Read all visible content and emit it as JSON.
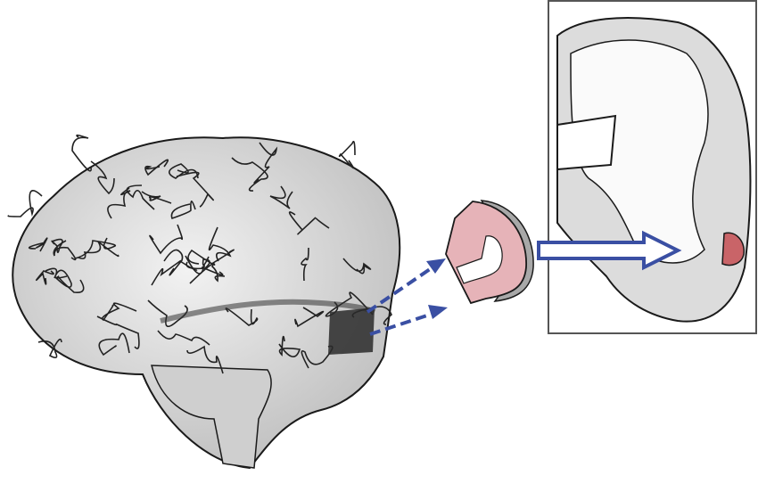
{
  "figure": {
    "colors": {
      "arrow": "#3a4fa3",
      "tissue_highlight": "#e6b3b8",
      "tissue_highlight_dark": "#c96468",
      "brain_fill": "#e4e4e4",
      "brain_outline": "#1a1a1a",
      "panel_border": "#555555"
    },
    "icons": [
      "brain-lateral-view",
      "tissue-block",
      "coronal-section"
    ]
  }
}
